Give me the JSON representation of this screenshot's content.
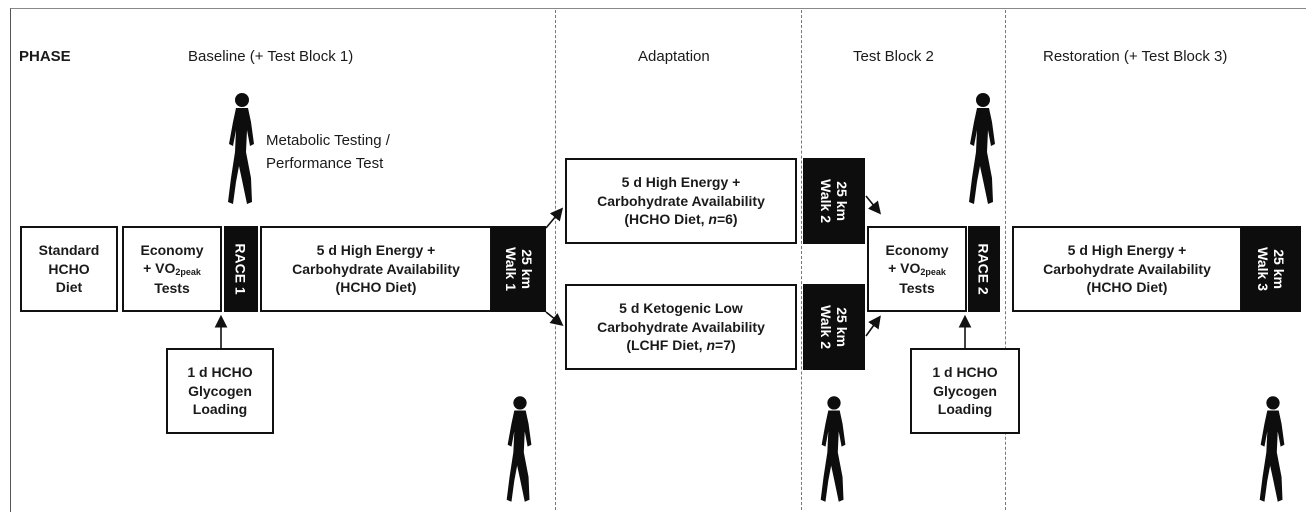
{
  "phase_label": "PHASE",
  "phases": {
    "baseline": "Baseline (+ Test Block 1)",
    "adaptation": "Adaptation",
    "test_block_2": "Test Block 2",
    "restoration": "Restoration (+ Test Block 3)"
  },
  "metabolic_note": {
    "line1": "Metabolic Testing /",
    "line2": "Performance Test"
  },
  "standard_diet": {
    "line1": "Standard",
    "line2": "HCHO",
    "line3": "Diet"
  },
  "economy": {
    "line1": "Economy",
    "line2_prefix": "+ VO",
    "line2_sub": "2peak",
    "line3": "Tests"
  },
  "race1": "RACE 1",
  "race2": "RACE 2",
  "high_energy_box": {
    "line1": "5 d High Energy +",
    "line2": "Carbohydrate Availability",
    "line3": "(HCHO Diet)"
  },
  "walk1": {
    "line1": "25 km",
    "line2": "Walk 1"
  },
  "walk2": {
    "line1": "25 km",
    "line2": "Walk 2"
  },
  "walk3": {
    "line1": "25 km",
    "line2": "Walk 3"
  },
  "hcho_adapt": {
    "line1": "5 d High Energy +",
    "line2": "Carbohydrate Availability",
    "line3_prefix": "(HCHO Diet, ",
    "line3_n": "n",
    "line3_suffix": "=6)"
  },
  "lchf_adapt": {
    "line1": "5 d Ketogenic Low",
    "line2": "Carbohydrate Availability",
    "line3_prefix": "(LCHF Diet, ",
    "line3_n": "n",
    "line3_suffix": "=7)"
  },
  "glycogen": {
    "line1": "1 d HCHO",
    "line2": "Glycogen",
    "line3": "Loading"
  }
}
